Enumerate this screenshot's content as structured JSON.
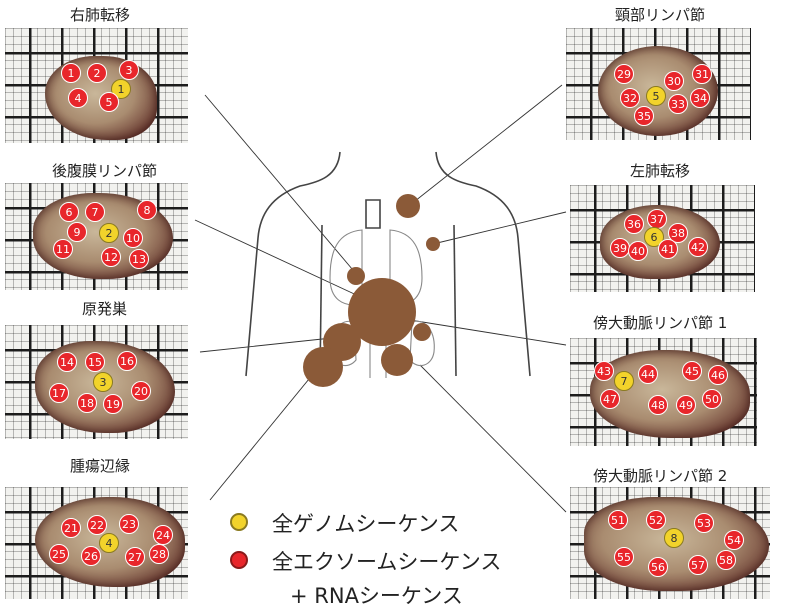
{
  "colors": {
    "whole_genome": "#f2d32b",
    "exome_rna": "#e8262b",
    "lesion": "#8b5a38"
  },
  "panels": {
    "right_lung": {
      "title": "右肺転移",
      "dots": [
        {
          "n": "1",
          "c": "red"
        },
        {
          "n": "2",
          "c": "red"
        },
        {
          "n": "3",
          "c": "red"
        },
        {
          "n": "1",
          "c": "yellow"
        },
        {
          "n": "4",
          "c": "red"
        },
        {
          "n": "5",
          "c": "red"
        }
      ]
    },
    "retro_ln": {
      "title": "後腹膜リンパ節",
      "dots": [
        {
          "n": "6",
          "c": "red"
        },
        {
          "n": "7",
          "c": "red"
        },
        {
          "n": "8",
          "c": "red"
        },
        {
          "n": "9",
          "c": "red"
        },
        {
          "n": "2",
          "c": "yellow"
        },
        {
          "n": "10",
          "c": "red"
        },
        {
          "n": "11",
          "c": "red"
        },
        {
          "n": "12",
          "c": "red"
        },
        {
          "n": "13",
          "c": "red"
        }
      ]
    },
    "primary": {
      "title": "原発巣",
      "dots": [
        {
          "n": "14",
          "c": "red"
        },
        {
          "n": "15",
          "c": "red"
        },
        {
          "n": "16",
          "c": "red"
        },
        {
          "n": "3",
          "c": "yellow"
        },
        {
          "n": "17",
          "c": "red"
        },
        {
          "n": "20",
          "c": "red"
        },
        {
          "n": "18",
          "c": "red"
        },
        {
          "n": "19",
          "c": "red"
        }
      ]
    },
    "margin": {
      "title": "腫瘍辺縁",
      "dots": [
        {
          "n": "21",
          "c": "red"
        },
        {
          "n": "22",
          "c": "red"
        },
        {
          "n": "23",
          "c": "red"
        },
        {
          "n": "4",
          "c": "yellow"
        },
        {
          "n": "24",
          "c": "red"
        },
        {
          "n": "25",
          "c": "red"
        },
        {
          "n": "26",
          "c": "red"
        },
        {
          "n": "27",
          "c": "red"
        },
        {
          "n": "28",
          "c": "red"
        }
      ]
    },
    "neck_ln": {
      "title": "頸部リンパ節",
      "dots": [
        {
          "n": "29",
          "c": "red"
        },
        {
          "n": "30",
          "c": "red"
        },
        {
          "n": "31",
          "c": "red"
        },
        {
          "n": "32",
          "c": "red"
        },
        {
          "n": "5",
          "c": "yellow"
        },
        {
          "n": "33",
          "c": "red"
        },
        {
          "n": "34",
          "c": "red"
        },
        {
          "n": "35",
          "c": "red"
        }
      ]
    },
    "left_lung": {
      "title": "左肺転移",
      "dots": [
        {
          "n": "36",
          "c": "red"
        },
        {
          "n": "37",
          "c": "red"
        },
        {
          "n": "38",
          "c": "red"
        },
        {
          "n": "6",
          "c": "yellow"
        },
        {
          "n": "39",
          "c": "red"
        },
        {
          "n": "40",
          "c": "red"
        },
        {
          "n": "41",
          "c": "red"
        },
        {
          "n": "42",
          "c": "red"
        }
      ]
    },
    "para_ln1": {
      "title": "傍大動脈リンパ節 1",
      "dots": [
        {
          "n": "43",
          "c": "red"
        },
        {
          "n": "7",
          "c": "yellow"
        },
        {
          "n": "44",
          "c": "red"
        },
        {
          "n": "45",
          "c": "red"
        },
        {
          "n": "46",
          "c": "red"
        },
        {
          "n": "47",
          "c": "red"
        },
        {
          "n": "48",
          "c": "red"
        },
        {
          "n": "49",
          "c": "red"
        },
        {
          "n": "50",
          "c": "red"
        }
      ]
    },
    "para_ln2": {
      "title": "傍大動脈リンパ節 2",
      "dots": [
        {
          "n": "51",
          "c": "red"
        },
        {
          "n": "52",
          "c": "red"
        },
        {
          "n": "53",
          "c": "red"
        },
        {
          "n": "8",
          "c": "yellow"
        },
        {
          "n": "54",
          "c": "red"
        },
        {
          "n": "55",
          "c": "red"
        },
        {
          "n": "56",
          "c": "red"
        },
        {
          "n": "57",
          "c": "red"
        },
        {
          "n": "58",
          "c": "red"
        }
      ]
    }
  },
  "legend": {
    "whole_genome": "全ゲノムシーケンス",
    "exome_line1": "全エクソームシーケンス",
    "exome_line2": "+ RNAシーケンス"
  }
}
